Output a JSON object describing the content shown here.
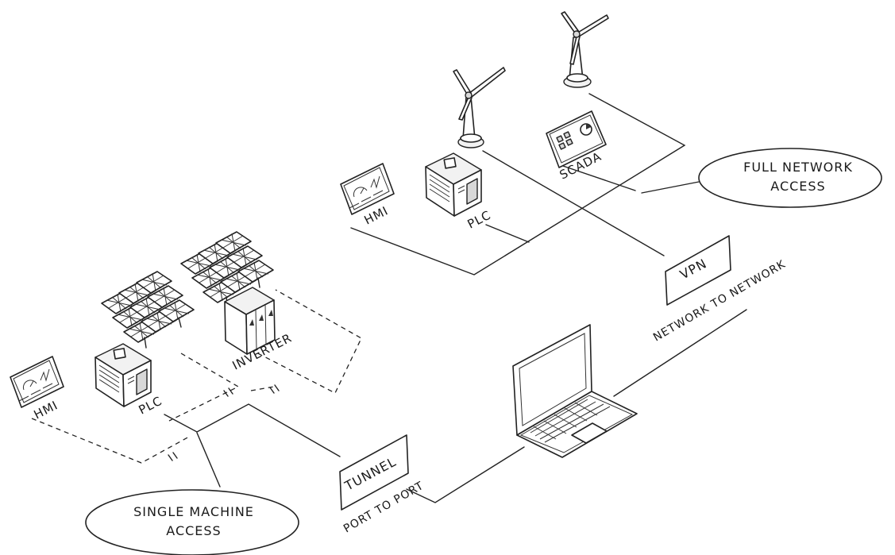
{
  "labels": {
    "hmi_top": "HMI",
    "plc_top": "PLC",
    "scada": "SCADA",
    "full_network_access_line1": "FULL NETWORK",
    "full_network_access_line2": "ACCESS",
    "vpn": "VPN",
    "network_to_network": "NETWORK TO NETWORK",
    "hmi_bottom": "HMI",
    "plc_bottom": "PLC",
    "inverter": "INVERTER",
    "tunnel": "TUNNEL",
    "port_to_port": "PORT TO PORT",
    "single_machine_access_line1": "SINGLE MACHINE",
    "single_machine_access_line2": "ACCESS"
  }
}
